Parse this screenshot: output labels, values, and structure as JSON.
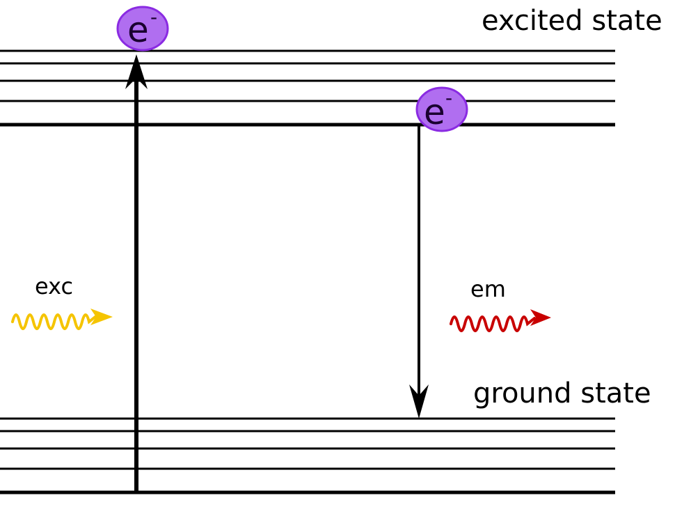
{
  "labels": {
    "excited_state": "excited state",
    "ground_state": "ground state",
    "excitation": "exc",
    "emission": "em"
  },
  "electron": {
    "symbol": "e",
    "charge": "-",
    "fill_color": "#b06ef0",
    "stroke_color": "#8a2be2"
  },
  "colors": {
    "excitation_wave": "#f5c400",
    "emission_wave": "#c80000",
    "levels": "#000000"
  }
}
